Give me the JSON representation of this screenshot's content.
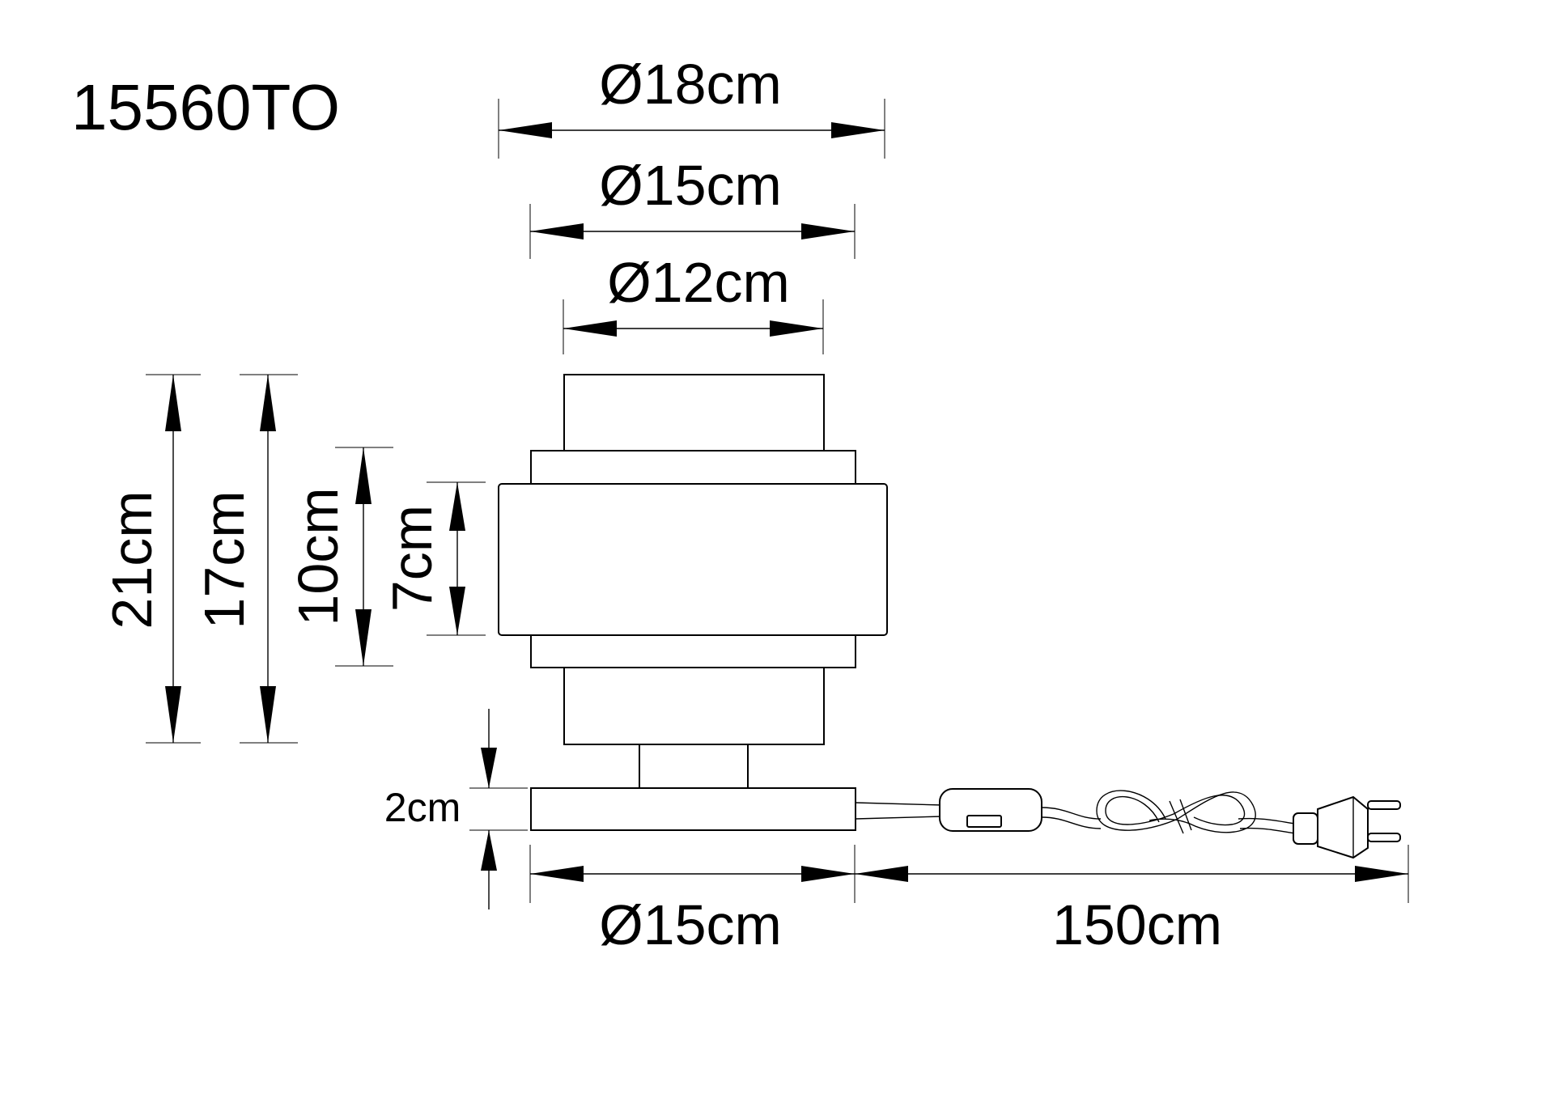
{
  "model_code": "15560TO",
  "dimensions": {
    "top_diameter_outer": "Ø18cm",
    "top_diameter_middle": "Ø15cm",
    "top_diameter_inner": "Ø12cm",
    "height_total": "21cm",
    "height_shade": "17cm",
    "height_middle_tier": "10cm",
    "height_outer_tier": "7cm",
    "base_height": "2cm",
    "base_diameter": "Ø15cm",
    "cable_length": "150cm"
  },
  "colors": {
    "line": "#000000",
    "background": "#ffffff"
  }
}
